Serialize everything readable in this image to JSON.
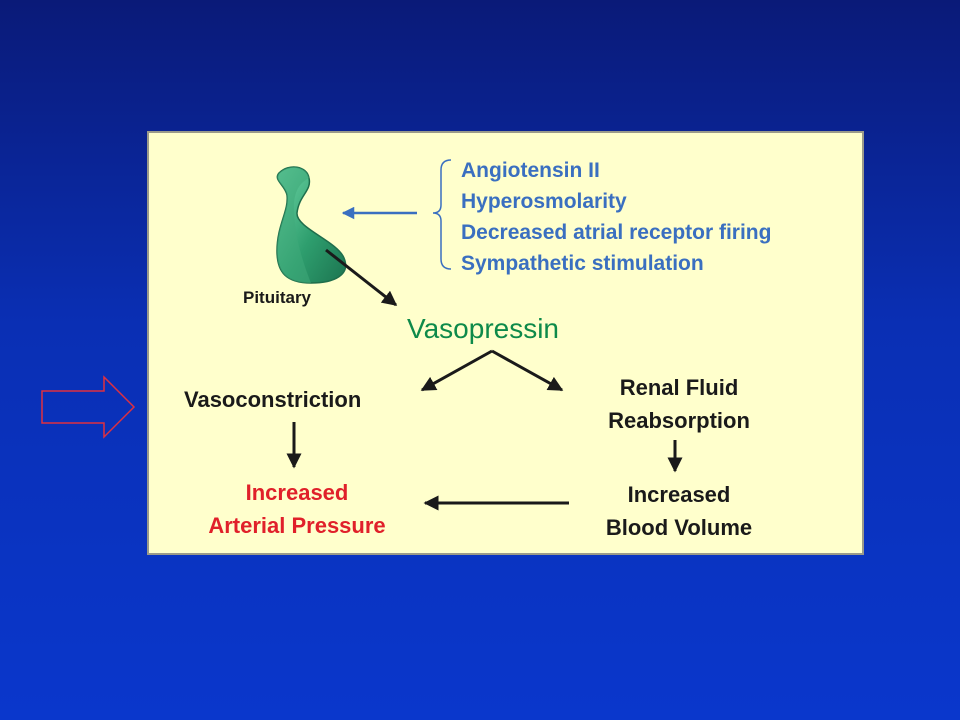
{
  "gland_label": "Pituitary",
  "stimuli": [
    "Angiotensin II",
    "Hyperosmolarity",
    "Decreased atrial receptor firing",
    "Sympathetic stimulation"
  ],
  "hormone": "Vasopressin",
  "left_branch": {
    "effect": "Vasoconstriction",
    "result_line1": "Increased",
    "result_line2": "Arterial Pressure"
  },
  "right_branch": {
    "effect_line1": "Renal Fluid",
    "effect_line2": "Reabsorption",
    "result_line1": "Increased",
    "result_line2": "Blood Volume"
  },
  "colors": {
    "panel_bg": "#ffffcc",
    "stimulus_text": "#3a6fc0",
    "hormone_text": "#0e8a4a",
    "pressure_text": "#e0202a",
    "gland_fill": "#2e9e6e"
  }
}
